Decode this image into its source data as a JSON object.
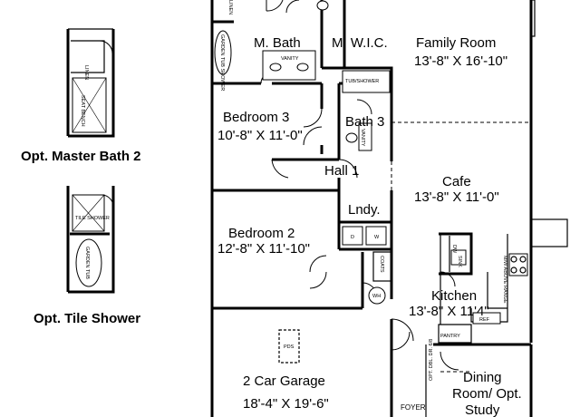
{
  "rooms": {
    "m_bath": "M. Bath",
    "m_wic": "M. W.I.C.",
    "family_room": "Family Room",
    "family_room_dim": "13'-8\" X 16'-10\"",
    "bedroom3": "Bedroom 3",
    "bedroom3_dim": "10'-8\" X 11'-0\"",
    "bath3": "Bath 3",
    "hall1": "Hall 1",
    "cafe": "Cafe",
    "cafe_dim": "13'-8\" X 11'-0\"",
    "lndy": "Lndy.",
    "bedroom2": "Bedroom 2",
    "bedroom2_dim": "12'-8\" X 11'-10\"",
    "kitchen": "Kitchen",
    "kitchen_dim": "13'-8\" X 11'4\"",
    "garage": "2 Car Garage",
    "garage_dim": "18'-4\" X 19'-6\"",
    "dining": "Dining",
    "dining2": "Room/ Opt.",
    "dining3": "Study",
    "foyer": "FOYER"
  },
  "fixtures": {
    "linen": "LINEN",
    "garden_tub_shower": "GARDEN TUB SHOWER",
    "vanity": "VANITY",
    "tub_shower": "TUB/SHOWER",
    "w": "W",
    "d": "D",
    "coats": "COATS",
    "wh": "WH",
    "pds": "PDS",
    "pantry": "PANTRY",
    "ref": "REF",
    "dw": "DW",
    "sink": "SINK",
    "mw_above_range": "M/W ABOVE RANGE",
    "opt_dbl_door": "OPT. DBL. DR. 6/8",
    "linen_alt": "LINEN",
    "seat_bench": "SEAT BENCH",
    "tile_shower": "TILE SHOWER",
    "garden_tub": "GARDEN TUB"
  },
  "captions": {
    "opt_master_bath_2": "Opt. Master Bath 2",
    "opt_tile_shower": "Opt. Tile Shower"
  }
}
